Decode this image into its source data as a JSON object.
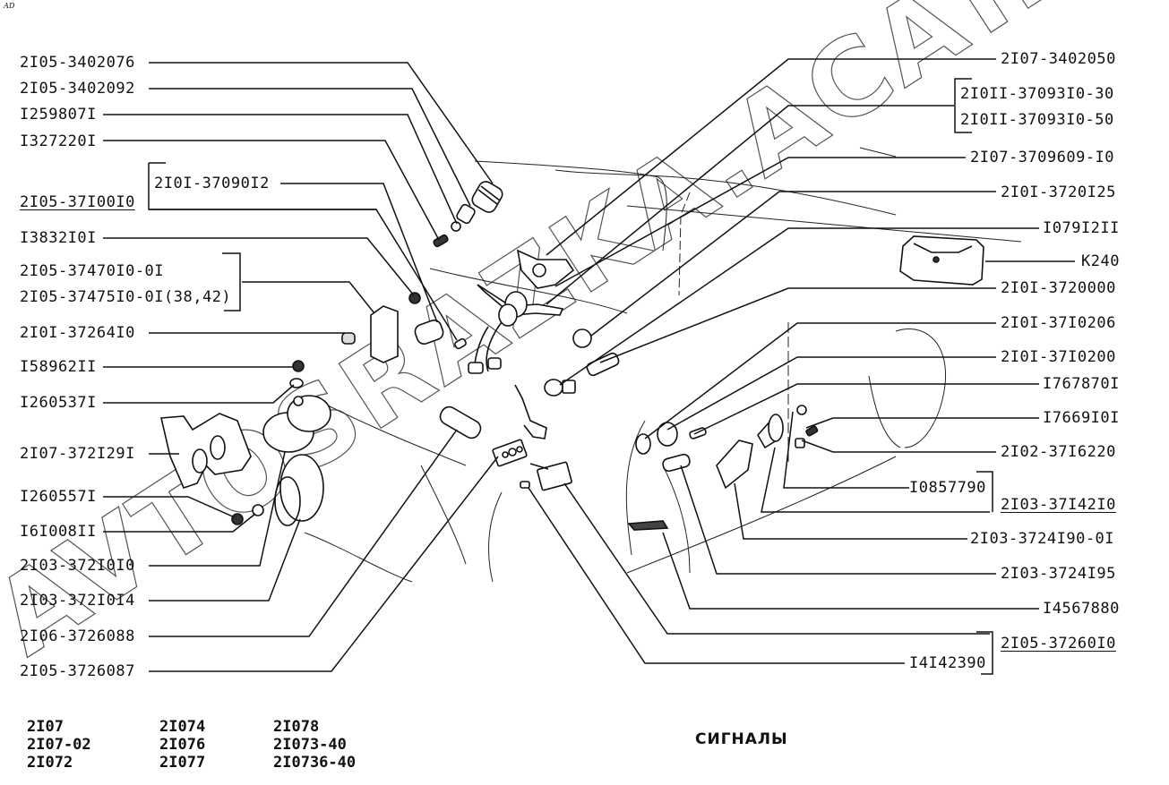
{
  "corner_mark": "АD",
  "title": "СИГНАЛЫ",
  "watermark": "AVTOSRAZKA.ACAT.ONLINE",
  "left_labels": {
    "p1": "2I05-3402076",
    "p2": "2I05-3402092",
    "p3": "I259807I",
    "p4": "I327220I",
    "group_37100": "2I05-37I00I0",
    "p5": "2I0I-37090I2",
    "p6": "I3832I0I",
    "p7": "2I05-37470I0-0I",
    "p8": "2I05-37475I0-0I(38,42)",
    "p9": "2I0I-37264I0",
    "p10": "I58962II",
    "p11": "I260537I",
    "p12": "2I07-372I29I",
    "p13": "I260557I",
    "p14": "I6I008II",
    "p15": "2I03-372I0I0",
    "p16": "2I03-372I0I4",
    "p17": "2I06-3726088",
    "p18": "2I05-3726087"
  },
  "right_labels": {
    "r1": "2I07-3402050",
    "r2": "2I0II-37093I0-30",
    "r3": "2I0II-37093I0-50",
    "r4": "2I07-3709609-I0",
    "r5": "2I0I-3720I25",
    "r6": "I079I2II",
    "r7": "K240",
    "r8": "2I0I-3720000",
    "r9": "2I0I-37I0206",
    "r10": "2I0I-37I0200",
    "r11": "I767870I",
    "r12": "I7669I0I",
    "r13": "2I02-37I6220",
    "r14": "I0857790",
    "group_37142": "2I03-37I42I0",
    "r15": "2I03-3724I90-0I",
    "r16": "2I03-3724I95",
    "r17": "I4567880",
    "group_37260": "2I05-37260I0",
    "r18": "I4I42390"
  },
  "models": {
    "col1": [
      "2I07",
      "2I07-02",
      "2I072"
    ],
    "col2": [
      "2I074",
      "2I076",
      "2I077"
    ],
    "col3": [
      "2I078",
      "2I073-40",
      "2I0736-40"
    ]
  }
}
